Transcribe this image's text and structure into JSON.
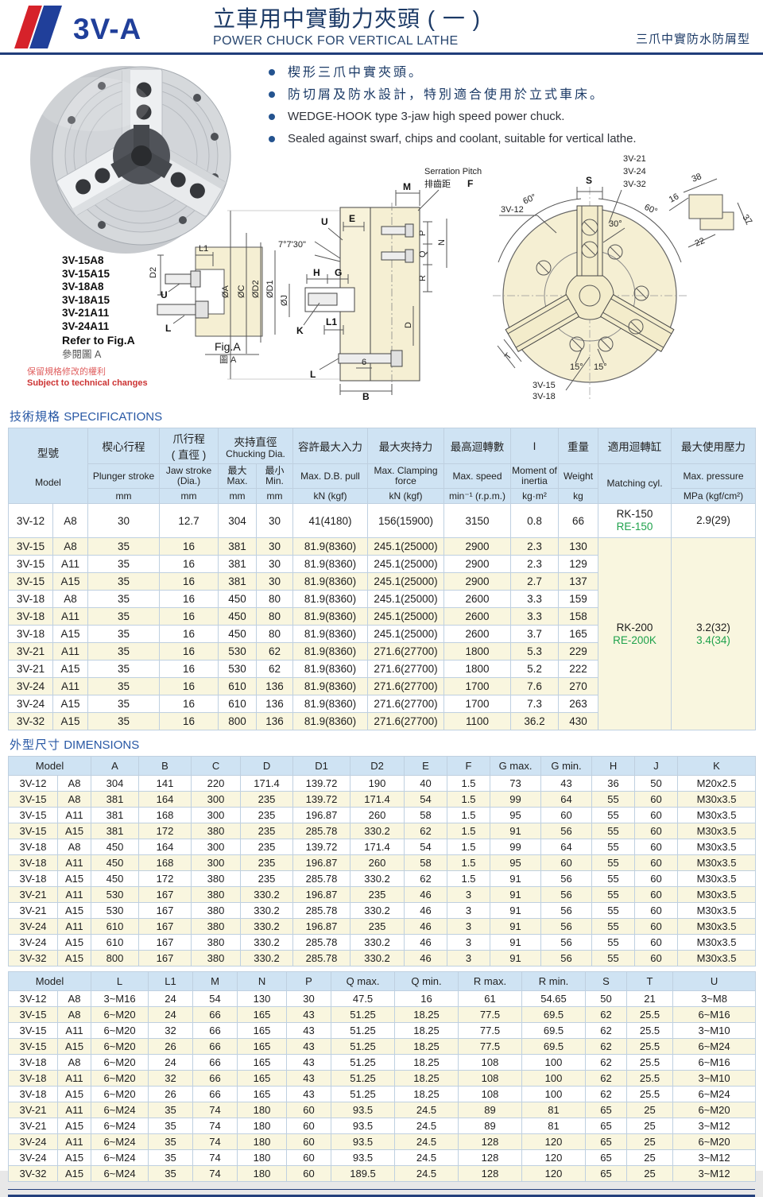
{
  "header": {
    "logo": "3V-A",
    "title_zh": "立車用中實動力夾頭 ( 一 )",
    "title_en": "POWER CHUCK FOR VERTICAL LATHE",
    "type_label": "三爪中實防水防屑型"
  },
  "features": [
    "楔形三爪中實夾頭。",
    "防切屑及防水設計，特別適合使用於立式車床。",
    "WEDGE-HOOK type 3-jaw high speed power chuck.",
    "Sealed against swarf, chips and coolant, suitable for vertical lathe."
  ],
  "figure_notes": {
    "model_list": [
      "3V-15A8",
      "3V-15A15",
      "3V-18A8",
      "3V-18A15",
      "3V-21A11",
      "3V-24A11"
    ],
    "refer_en": "Refer to Fig.A",
    "refer_zh": "參閱圖 A",
    "note_zh": "保留規格修改的權利",
    "note_en": "Subject to technical changes"
  },
  "drawings": {
    "section": {
      "labels": {
        "serration_en": "Serration Pitch",
        "serration_zh": "排齒距",
        "f": "F",
        "m": "M",
        "u": "U",
        "e": "E",
        "angle": "7°7'30\"",
        "da": "ØA",
        "dc": "ØC",
        "dd2": "ØD2",
        "dd1": "ØD1",
        "dj": "ØJ",
        "h": "H",
        "g": "G",
        "k": "K",
        "l1": "L1",
        "l": "L",
        "six": "6",
        "b": "B",
        "p": "P",
        "q": "Q",
        "n": "N",
        "r": "R",
        "d": "D"
      }
    },
    "front": {
      "labels": {
        "mt1": "3V-21",
        "mt2": "3V-24",
        "mt3": "3V-32",
        "ml": "3V-12",
        "mb1": "3V-15",
        "mb2": "3V-18",
        "s": "S",
        "t": "T",
        "a60l": "60°",
        "a60r": "60°",
        "a30": "30°",
        "a15a": "15°",
        "a15b": "15°",
        "n38": "38",
        "n16": "16",
        "n37": "37",
        "n22": "22"
      }
    },
    "figa": {
      "labels": {
        "l1": "L1",
        "d2": "D2",
        "u": "U",
        "l": "L",
        "fig": "Fig.A",
        "figzh": "圖 A"
      }
    }
  },
  "specs": {
    "title_zh": "技術規格",
    "title_en": "SPECIFICATIONS",
    "head": {
      "model_zh": "型號",
      "model_en": "Model",
      "plunger_zh": "楔心行程",
      "plunger_en": "Plunger stroke",
      "jaw_zh1": "爪行程",
      "jaw_zh2": "( 直徑 )",
      "jaw_en": "Jaw stroke (Dia.)",
      "chuck_zh": "夾持直徑",
      "chuck_en": "Chucking Dia.",
      "max_zh": "最大",
      "max_en": "Max.",
      "min_zh": "最小",
      "min_en": "Min.",
      "pull_zh": "容許最大入力",
      "pull_en": "Max. D.B. pull",
      "clamp_zh": "最大夾持力",
      "clamp_en": "Max. Clamping force",
      "speed_zh": "最高迴轉數",
      "speed_en": "Max. speed",
      "inertia_zh": "I",
      "inertia_en": "Moment of inertia",
      "weight_zh": "重量",
      "weight_en": "Weight",
      "cyl_zh": "適用迴轉缸",
      "cyl_en": "Matching cyl.",
      "pressure_zh": "最大使用壓力",
      "pressure_en": "Max. pressure"
    },
    "units": [
      "mm",
      "mm",
      "mm",
      "mm",
      "kN (kgf)",
      "kN (kgf)",
      "min⁻¹ (r.p.m.)",
      "kg·m²",
      "kg",
      "MPa (kgf/cm²)"
    ],
    "rows": [
      [
        "3V-12",
        "A8",
        "30",
        "12.7",
        "304",
        "30",
        "41(4180)",
        "156(15900)",
        "3150",
        "0.8",
        "66"
      ],
      [
        "3V-15",
        "A8",
        "35",
        "16",
        "381",
        "30",
        "81.9(8360)",
        "245.1(25000)",
        "2900",
        "2.3",
        "130"
      ],
      [
        "3V-15",
        "A11",
        "35",
        "16",
        "381",
        "30",
        "81.9(8360)",
        "245.1(25000)",
        "2900",
        "2.3",
        "129"
      ],
      [
        "3V-15",
        "A15",
        "35",
        "16",
        "381",
        "30",
        "81.9(8360)",
        "245.1(25000)",
        "2900",
        "2.7",
        "137"
      ],
      [
        "3V-18",
        "A8",
        "35",
        "16",
        "450",
        "80",
        "81.9(8360)",
        "245.1(25000)",
        "2600",
        "3.3",
        "159"
      ],
      [
        "3V-18",
        "A11",
        "35",
        "16",
        "450",
        "80",
        "81.9(8360)",
        "245.1(25000)",
        "2600",
        "3.3",
        "158"
      ],
      [
        "3V-18",
        "A15",
        "35",
        "16",
        "450",
        "80",
        "81.9(8360)",
        "245.1(25000)",
        "2600",
        "3.7",
        "165"
      ],
      [
        "3V-21",
        "A11",
        "35",
        "16",
        "530",
        "62",
        "81.9(8360)",
        "271.6(27700)",
        "1800",
        "5.3",
        "229"
      ],
      [
        "3V-21",
        "A15",
        "35",
        "16",
        "530",
        "62",
        "81.9(8360)",
        "271.6(27700)",
        "1800",
        "5.2",
        "222"
      ],
      [
        "3V-24",
        "A11",
        "35",
        "16",
        "610",
        "136",
        "81.9(8360)",
        "271.6(27700)",
        "1700",
        "7.6",
        "270"
      ],
      [
        "3V-24",
        "A15",
        "35",
        "16",
        "610",
        "136",
        "81.9(8360)",
        "271.6(27700)",
        "1700",
        "7.3",
        "263"
      ],
      [
        "3V-32",
        "A15",
        "35",
        "16",
        "800",
        "136",
        "81.9(8360)",
        "271.6(27700)",
        "1100",
        "36.2",
        "430"
      ]
    ],
    "cyl_groups": [
      {
        "span": 1,
        "cyl": [
          "RK-150",
          "RE-150"
        ],
        "pressure": [
          "2.9(29)"
        ]
      },
      {
        "span": 11,
        "cyl": [
          "RK-200",
          "RE-200K"
        ],
        "pressure": [
          "3.2(32)",
          "3.4(34)"
        ]
      }
    ]
  },
  "dimensions": {
    "title_zh": "外型尺寸",
    "title_en": "DIMENSIONS",
    "table1": {
      "headers": [
        "Model",
        "A",
        "B",
        "C",
        "D",
        "D1",
        "D2",
        "E",
        "F",
        "G max.",
        "G min.",
        "H",
        "J",
        "K"
      ],
      "rows": [
        [
          "3V-12",
          "A8",
          "304",
          "141",
          "220",
          "171.4",
          "139.72",
          "190",
          "40",
          "1.5",
          "73",
          "43",
          "36",
          "50",
          "M20x2.5"
        ],
        [
          "3V-15",
          "A8",
          "381",
          "164",
          "300",
          "235",
          "139.72",
          "171.4",
          "54",
          "1.5",
          "99",
          "64",
          "55",
          "60",
          "M30x3.5"
        ],
        [
          "3V-15",
          "A11",
          "381",
          "168",
          "300",
          "235",
          "196.87",
          "260",
          "58",
          "1.5",
          "95",
          "60",
          "55",
          "60",
          "M30x3.5"
        ],
        [
          "3V-15",
          "A15",
          "381",
          "172",
          "380",
          "235",
          "285.78",
          "330.2",
          "62",
          "1.5",
          "91",
          "56",
          "55",
          "60",
          "M30x3.5"
        ],
        [
          "3V-18",
          "A8",
          "450",
          "164",
          "300",
          "235",
          "139.72",
          "171.4",
          "54",
          "1.5",
          "99",
          "64",
          "55",
          "60",
          "M30x3.5"
        ],
        [
          "3V-18",
          "A11",
          "450",
          "168",
          "300",
          "235",
          "196.87",
          "260",
          "58",
          "1.5",
          "95",
          "60",
          "55",
          "60",
          "M30x3.5"
        ],
        [
          "3V-18",
          "A15",
          "450",
          "172",
          "380",
          "235",
          "285.78",
          "330.2",
          "62",
          "1.5",
          "91",
          "56",
          "55",
          "60",
          "M30x3.5"
        ],
        [
          "3V-21",
          "A11",
          "530",
          "167",
          "380",
          "330.2",
          "196.87",
          "235",
          "46",
          "3",
          "91",
          "56",
          "55",
          "60",
          "M30x3.5"
        ],
        [
          "3V-21",
          "A15",
          "530",
          "167",
          "380",
          "330.2",
          "285.78",
          "330.2",
          "46",
          "3",
          "91",
          "56",
          "55",
          "60",
          "M30x3.5"
        ],
        [
          "3V-24",
          "A11",
          "610",
          "167",
          "380",
          "330.2",
          "196.87",
          "235",
          "46",
          "3",
          "91",
          "56",
          "55",
          "60",
          "M30x3.5"
        ],
        [
          "3V-24",
          "A15",
          "610",
          "167",
          "380",
          "330.2",
          "285.78",
          "330.2",
          "46",
          "3",
          "91",
          "56",
          "55",
          "60",
          "M30x3.5"
        ],
        [
          "3V-32",
          "A15",
          "800",
          "167",
          "380",
          "330.2",
          "285.78",
          "330.2",
          "46",
          "3",
          "91",
          "56",
          "55",
          "60",
          "M30x3.5"
        ]
      ]
    },
    "table2": {
      "headers": [
        "Model",
        "L",
        "L1",
        "M",
        "N",
        "P",
        "Q max.",
        "Q min.",
        "R max.",
        "R min.",
        "S",
        "T",
        "U"
      ],
      "rows": [
        [
          "3V-12",
          "A8",
          "3~M16",
          "24",
          "54",
          "130",
          "30",
          "47.5",
          "16",
          "61",
          "54.65",
          "50",
          "21",
          "3~M8"
        ],
        [
          "3V-15",
          "A8",
          "6~M20",
          "24",
          "66",
          "165",
          "43",
          "51.25",
          "18.25",
          "77.5",
          "69.5",
          "62",
          "25.5",
          "6~M16"
        ],
        [
          "3V-15",
          "A11",
          "6~M20",
          "32",
          "66",
          "165",
          "43",
          "51.25",
          "18.25",
          "77.5",
          "69.5",
          "62",
          "25.5",
          "3~M10"
        ],
        [
          "3V-15",
          "A15",
          "6~M20",
          "26",
          "66",
          "165",
          "43",
          "51.25",
          "18.25",
          "77.5",
          "69.5",
          "62",
          "25.5",
          "6~M24"
        ],
        [
          "3V-18",
          "A8",
          "6~M20",
          "24",
          "66",
          "165",
          "43",
          "51.25",
          "18.25",
          "108",
          "100",
          "62",
          "25.5",
          "6~M16"
        ],
        [
          "3V-18",
          "A11",
          "6~M20",
          "32",
          "66",
          "165",
          "43",
          "51.25",
          "18.25",
          "108",
          "100",
          "62",
          "25.5",
          "3~M10"
        ],
        [
          "3V-18",
          "A15",
          "6~M20",
          "26",
          "66",
          "165",
          "43",
          "51.25",
          "18.25",
          "108",
          "100",
          "62",
          "25.5",
          "6~M24"
        ],
        [
          "3V-21",
          "A11",
          "6~M24",
          "35",
          "74",
          "180",
          "60",
          "93.5",
          "24.5",
          "89",
          "81",
          "65",
          "25",
          "6~M20"
        ],
        [
          "3V-21",
          "A15",
          "6~M24",
          "35",
          "74",
          "180",
          "60",
          "93.5",
          "24.5",
          "89",
          "81",
          "65",
          "25",
          "3~M12"
        ],
        [
          "3V-24",
          "A11",
          "6~M24",
          "35",
          "74",
          "180",
          "60",
          "93.5",
          "24.5",
          "128",
          "120",
          "65",
          "25",
          "6~M20"
        ],
        [
          "3V-24",
          "A15",
          "6~M24",
          "35",
          "74",
          "180",
          "60",
          "93.5",
          "24.5",
          "128",
          "120",
          "65",
          "25",
          "3~M12"
        ],
        [
          "3V-32",
          "A15",
          "6~M24",
          "35",
          "74",
          "180",
          "60",
          "189.5",
          "24.5",
          "128",
          "120",
          "65",
          "25",
          "3~M12"
        ]
      ]
    }
  },
  "colors": {
    "accent_navy": "#203d7a",
    "logo_red": "#d6222a",
    "logo_blue": "#203f9a",
    "table_header_bg": "#cfe3f3",
    "row_yellow": "#f9f6df",
    "green": "#1fa24c",
    "note_red": "#cc3333",
    "drawing_cream": "#f5efd3"
  }
}
